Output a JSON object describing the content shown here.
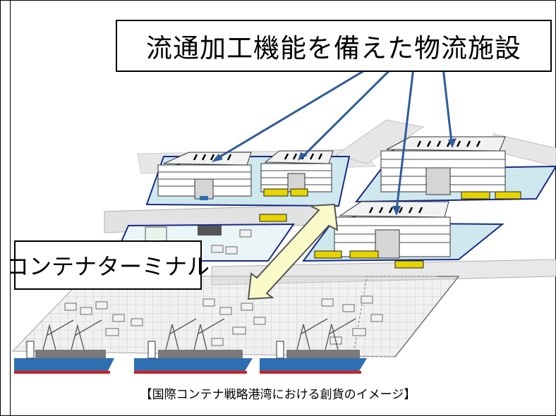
{
  "title": "流通加工機能を備えた物流施設",
  "terminal_label": "コンテナターミナル",
  "caption": "【国際コンテナ戦略港湾における創貨のイメージ】",
  "colors": {
    "arrow_line": "#2e5c9a",
    "double_arrow_fill": "#fafac8",
    "lot_fill": "#cfe8ee",
    "lot_border": "#1a2a8a",
    "truck": "#e6d400",
    "ship_hull": "#2d6fb0",
    "ship_waterline": "#d02020"
  }
}
